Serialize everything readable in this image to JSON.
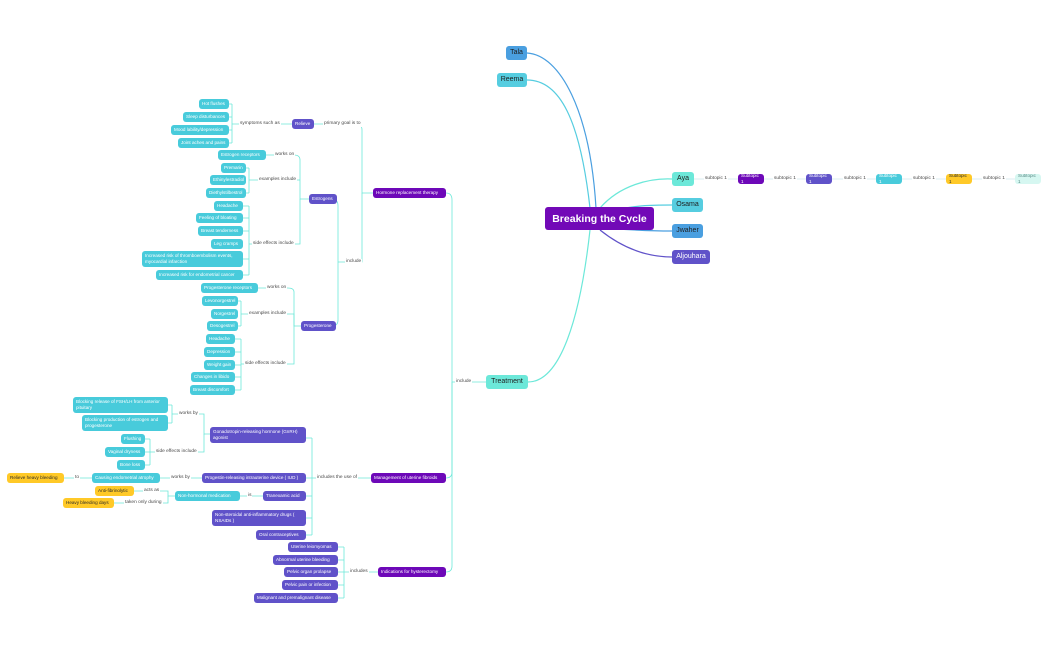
{
  "central_topic": "Breaking the Cycle",
  "members": [
    "Tala",
    "Reema",
    "Aya",
    "Osama",
    "Jwaher",
    "Aljouhara"
  ],
  "treatment": {
    "label": "Treatment",
    "relation": "include",
    "hrt": {
      "label": "Hormone replacement therapy",
      "relation_goal": "primary goal is to",
      "relieve": "Relieve",
      "relation_symptoms": "symptoms such as",
      "symptoms": [
        "Hot flushes",
        "Sleep disturbances",
        "Mood lability/depression",
        "Joint aches and pains"
      ],
      "relation_include": "include",
      "estrogens": {
        "label": "Estrogens",
        "relation_works": "works on",
        "works_on": "Estrogen receptors",
        "relation_examples": "examples include",
        "examples": [
          "Premarin",
          "Ethinylestradiol",
          "Diethylstilbestrol"
        ],
        "relation_side": "side effects include",
        "side_effects": [
          "Headache",
          "Feeling of bloating",
          "Breast tenderness",
          "Leg cramps",
          "Increased risk of thromboembolism events, myocardial infarction",
          "Increased risk for endometrial cancer"
        ]
      },
      "progesterone": {
        "label": "Progesterone",
        "relation_works": "works on",
        "works_on": "Progesterone receptors",
        "relation_examples": "examples include",
        "examples": [
          "Levonorgestrel",
          "Norgestrel",
          "Desogestrel"
        ],
        "relation_side": "side effects include",
        "side_effects": [
          "Headache",
          "Depression",
          "Weight gain",
          "Changes in libido",
          "Breast discomfort"
        ]
      }
    },
    "fibroids": {
      "label": "Management of uterine fibroids",
      "relation": "includes the use of",
      "gnrh": {
        "label": "Gonadotropin-releasing hormone (GnRH) agonist",
        "relation_works": "works by",
        "mechanisms": [
          "Blocking release of FSH/LH from anterior pituitary",
          "Blocking production of estrogen and progesterone"
        ],
        "relation_side": "side effects include",
        "side_effects": [
          "Flushing",
          "Vaginal dryness",
          "Bone loss"
        ]
      },
      "iud": {
        "label": "Progestin-releasing intrauterine device ( IUD )",
        "relation_works": "works by",
        "mechanism": "Causing endometrial atrophy",
        "relation_to": "to",
        "goal": "Relieve heavy bleeding"
      },
      "nonhormonal": {
        "label": "Non-hormonal medication",
        "relation_is": "is",
        "drug": "Tranexamic acid",
        "relation_acts": "acts as",
        "acts_as": "Anti-fibrinolytic",
        "relation_taken": "taken only during",
        "taken_during": "Heavy bleeding days"
      },
      "nsaids": "Non-steroidal anti-inflammatory drugs ( NSAIDs )",
      "ocp": "Oral contraceptives"
    },
    "hysterectomy": {
      "label": "Indications for hysterectomy",
      "relation": "includes",
      "items": [
        "Uterine leiomyomas",
        "Abnormal uterine bleeding",
        "Pelvic organ prolapse",
        "Pelvic pain or infection",
        "Malignant and premalignant disease"
      ]
    }
  },
  "subtopic_chain": {
    "connector": "subtopic 1",
    "nodes": [
      "Subtopic 1",
      "Subtopic 1",
      "Subtopic 1",
      "Subtopic 1",
      "Subtopic 1"
    ],
    "colors": [
      "#6d08b8",
      "#6052c9",
      "#48cbdb",
      "#ffc928",
      "#d6f7f1"
    ]
  },
  "colors": {
    "cyan": "#48cbdb",
    "indigo": "#6052c9",
    "purple": "#6d08b8",
    "yellow": "#ffc928",
    "teal_light": "#6ce8d9",
    "root": "#7209b7"
  }
}
